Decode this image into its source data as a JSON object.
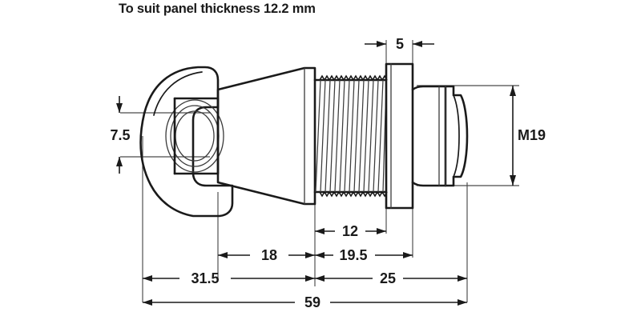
{
  "title": "To suit panel thickness 12.2 mm",
  "drawing": {
    "kind": "cam-lock-technical-drawing",
    "units": "mm",
    "view": "side-section",
    "components": [
      "cam-hook",
      "boss-washer",
      "tapered-body",
      "threaded-shank",
      "hex-flange",
      "lock-head-cap"
    ]
  },
  "dimensions": {
    "flange_width": "5",
    "cam_offset": "7.5",
    "thread_major": "M19",
    "thread_length": "12",
    "cam_to_flange": "18",
    "flange_to_head": "19.5",
    "cam_assembly": "31.5",
    "head_assembly": "25",
    "overall_length": "59"
  },
  "colors": {
    "ink": "#1a1a1a",
    "thin_ink": "#3c3c3c",
    "extension": "#4a4a4a",
    "background": "#ffffff"
  }
}
